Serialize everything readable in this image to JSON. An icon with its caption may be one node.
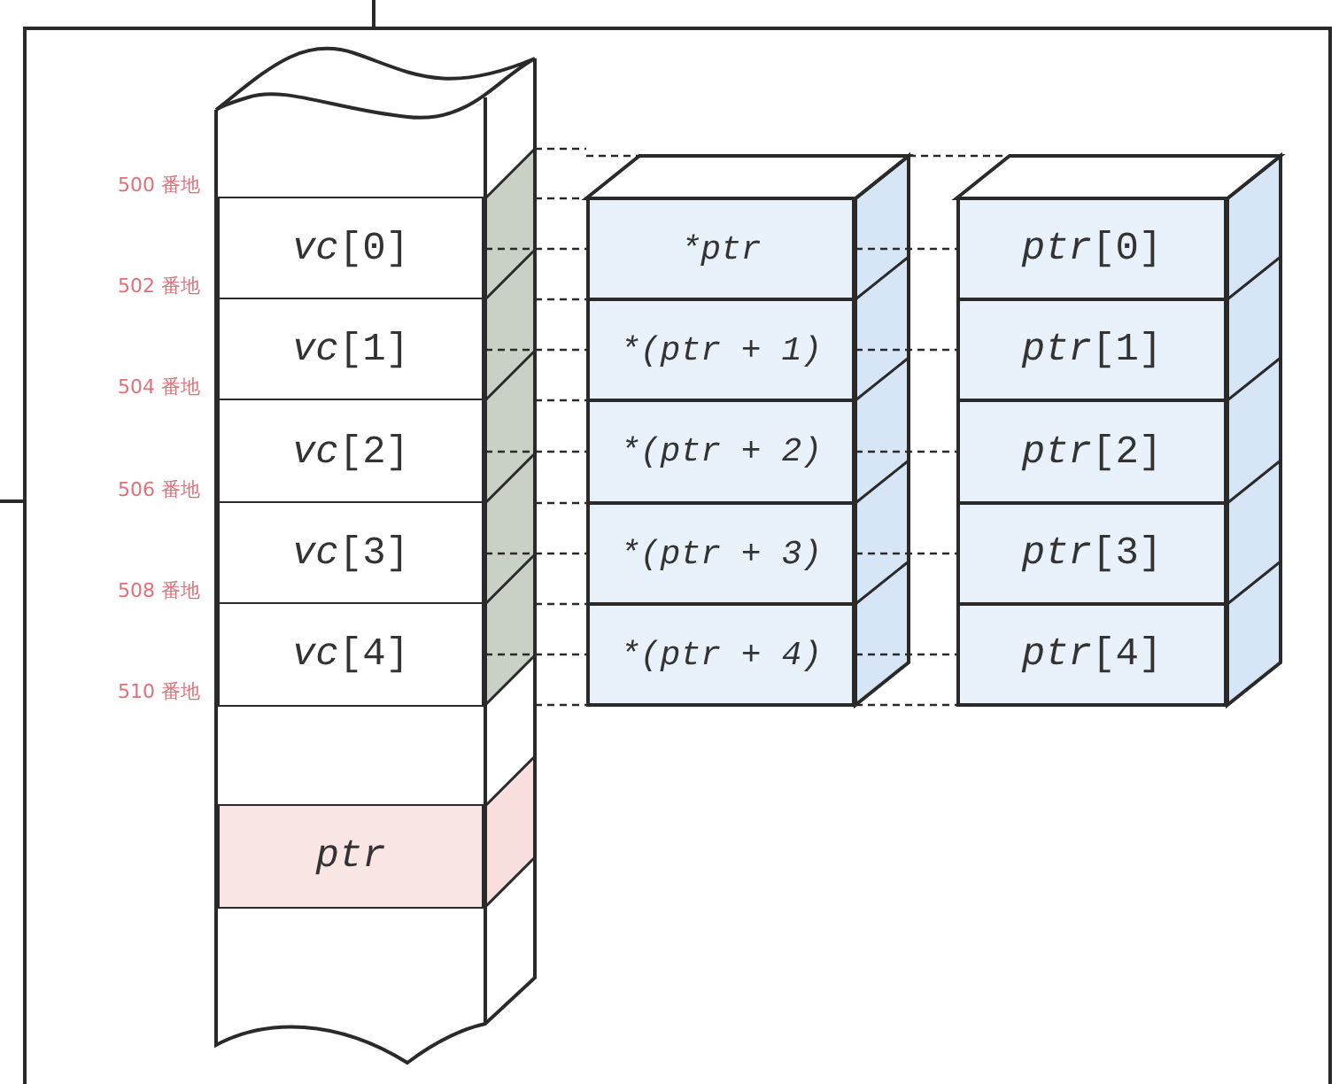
{
  "diagram": {
    "nodes": [
      {
        "text": [
          "*vc*[0]"
        ]
      },
      {
        "text": [
          "*vc*[1]"
        ]
      },
      {
        "text": [
          "*vc*[2]"
        ]
      },
      {
        "text": [
          "*vc*[3]"
        ]
      },
      {
        "text": [
          "*vc*[4]"
        ]
      },
      {
        "text": [
          "*ptr*"
        ]
      },
      {
        "text": [
          "*ptr"
        ]
      },
      {
        "text": [
          "*(ptr + 1)"
        ]
      },
      {
        "text": [
          "*(ptr + 2)"
        ]
      },
      {
        "text": [
          "*(ptr + 3)"
        ]
      },
      {
        "text": [
          "*(ptr + 4)"
        ]
      },
      {
        "text": [
          "*ptr*[0]"
        ]
      },
      {
        "text": [
          "*ptr*[1]"
        ]
      },
      {
        "text": [
          "*ptr*[2]"
        ]
      },
      {
        "text": [
          "*ptr*[3]"
        ]
      },
      {
        "text": [
          "*ptr*[4]"
        ]
      }
    ],
    "edges": [
      {
        "from": 0,
        "to": 6,
        "arrow": "none",
        "style": "dashed"
      },
      {
        "from": 1,
        "to": 7,
        "arrow": "none",
        "style": "dashed"
      },
      {
        "from": 2,
        "to": 8,
        "arrow": "none",
        "style": "dashed"
      },
      {
        "from": 3,
        "to": 9,
        "arrow": "none",
        "style": "dashed"
      },
      {
        "from": 4,
        "to": 10,
        "arrow": "none",
        "style": "dashed"
      },
      {
        "from": 6,
        "to": 11,
        "arrow": "none",
        "style": "dashed"
      },
      {
        "from": 7,
        "to": 12,
        "arrow": "none",
        "style": "dashed"
      },
      {
        "from": 8,
        "to": 13,
        "arrow": "none",
        "style": "dashed"
      },
      {
        "from": 9,
        "to": 14,
        "arrow": "none",
        "style": "dashed"
      },
      {
        "from": 10,
        "to": 15,
        "arrow": "none",
        "style": "dashed"
      }
    ],
    "labels": [
      "500 番地",
      "502 番地",
      "504 番地",
      "506 番地",
      "508 番地",
      "510 番地"
    ]
  }
}
